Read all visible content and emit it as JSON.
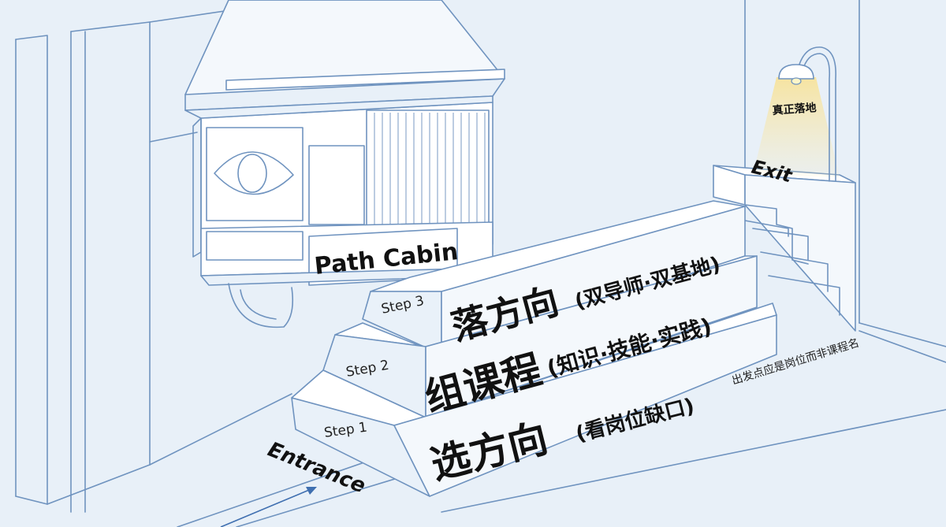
{
  "cabin": {
    "label": "Path Cabin"
  },
  "entrance": {
    "label": "Entrance"
  },
  "exit": {
    "label": "Exit"
  },
  "lamp": {
    "label": "真正落地"
  },
  "steps": [
    {
      "step_label": "Step 1",
      "main": "选方向",
      "detail": "(看岗位缺口)"
    },
    {
      "step_label": "Step 2",
      "main": "组课程",
      "detail": "(知识·技能·实践)"
    },
    {
      "step_label": "Step 3",
      "main": "落方向",
      "detail": "(双导师·双基地)"
    }
  ],
  "note": "出发点应是岗位而非课程名",
  "colors": {
    "background": "#e8f0f8",
    "line": "#6f93bf",
    "text": "#111111",
    "arrow": "#3f6fb0",
    "glow": "#f7e7a8"
  }
}
